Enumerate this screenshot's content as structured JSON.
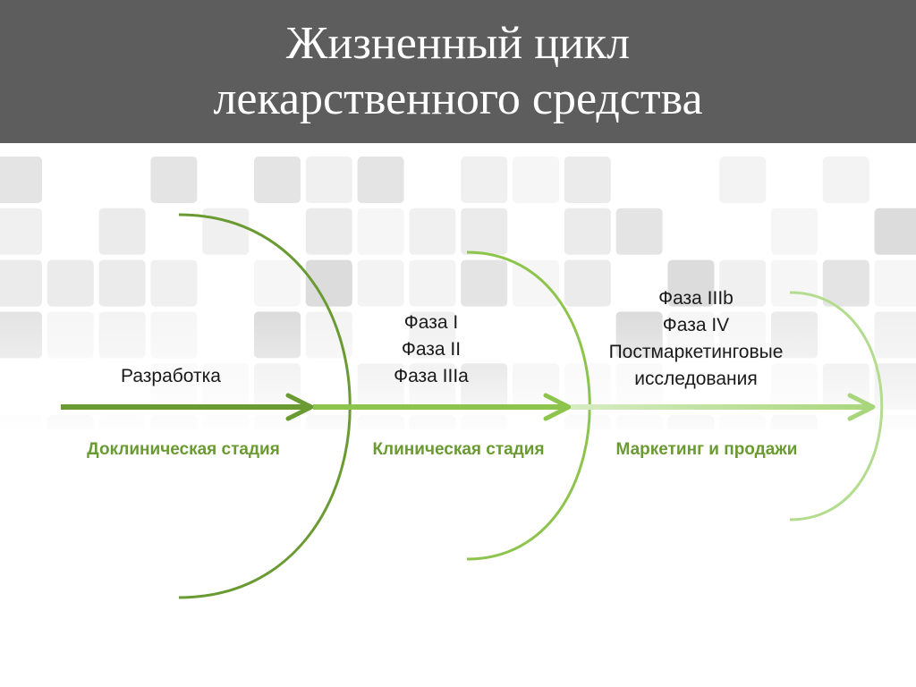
{
  "title": {
    "line1": "Жизненный цикл",
    "line2": "лекарственного средства"
  },
  "phases": [
    {
      "lines": [
        "Разработка"
      ],
      "stage": "Доклиническая стадия",
      "color": "#6a9a32"
    },
    {
      "lines": [
        "Фаза I",
        "Фаза II",
        "Фаза IIIa"
      ],
      "stage": "Клиническая стадия",
      "color": "#8dc44c"
    },
    {
      "lines": [
        "Фаза IIIb",
        "Фаза IV",
        "Постмаркетинговые",
        "исследования"
      ],
      "stage": "Маркетинг и продажи",
      "color": "#b3dc8e"
    }
  ],
  "colors": {
    "header_bg": "#5d5d5d",
    "header_text": "#ffffff",
    "stage_text": "#6a9a32"
  }
}
